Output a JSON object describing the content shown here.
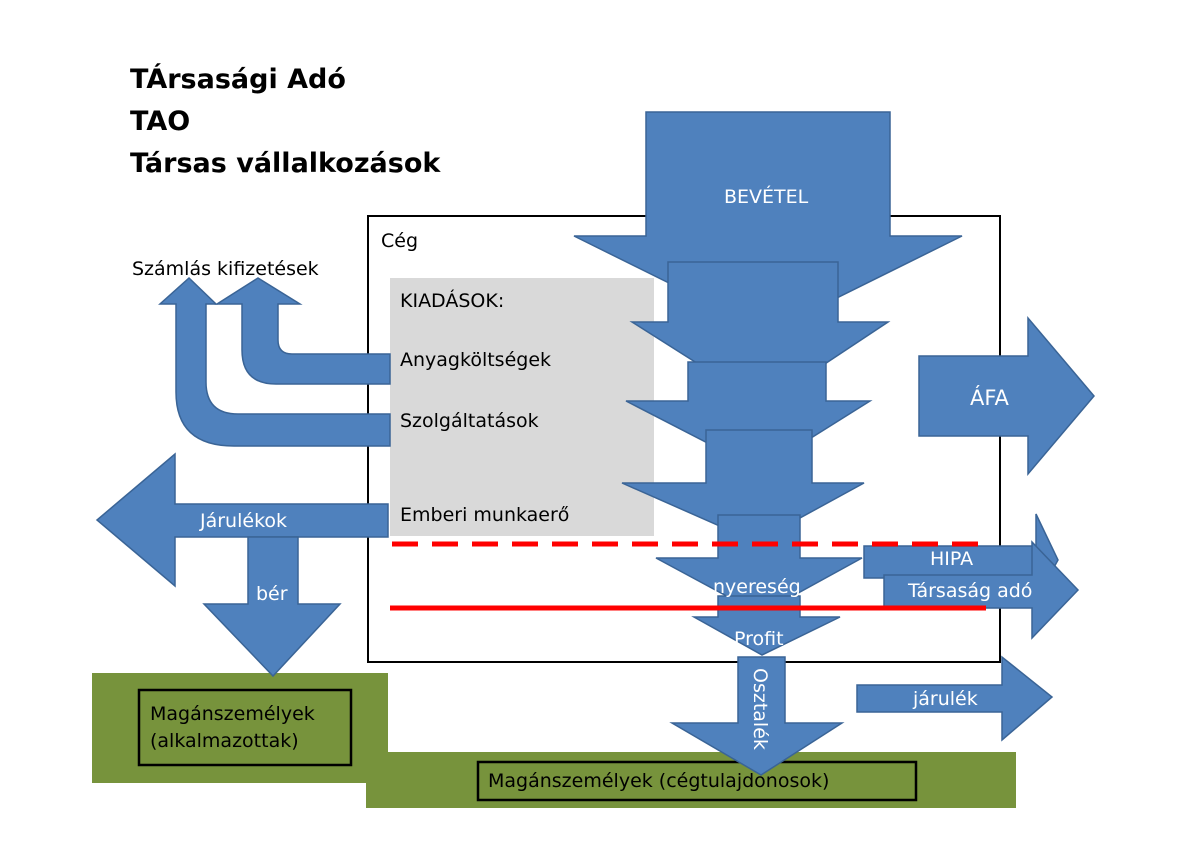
{
  "title": {
    "line1": "TÁrsasági Adó",
    "line2": "TAO",
    "line3": "Társas vállalkozások"
  },
  "company": {
    "label": "Cég"
  },
  "revenue": {
    "label": "BEVÉTEL"
  },
  "expenses": {
    "heading": "KIADÁSOK:",
    "items": [
      "Anyagköltségek",
      "Szolgáltatások",
      "Emberi munkaerő"
    ]
  },
  "invoice_payments": {
    "label": "Számlás kifizetések"
  },
  "contributions": {
    "label": "Járulékok"
  },
  "wage": {
    "label": "bér"
  },
  "vat": {
    "label": "ÁFA"
  },
  "profit_flow": {
    "hipa": "HIPA",
    "corporate_tax": "Társaság adó",
    "earnings": "nyereség",
    "profit": "Profit",
    "dividend": "Osztalék",
    "contribution": "járulék"
  },
  "recipients": {
    "employees": "Magánszemélyek\n(alkalmazottak)",
    "owners": "Magánszemélyek (cégtulajdonosok)"
  },
  "colors": {
    "arrow_blue": "#4F81BD",
    "arrow_stroke": "#3A6496",
    "expense_gray": "#D9D9D9",
    "green": "#77933C",
    "red_line": "#FF0000"
  }
}
